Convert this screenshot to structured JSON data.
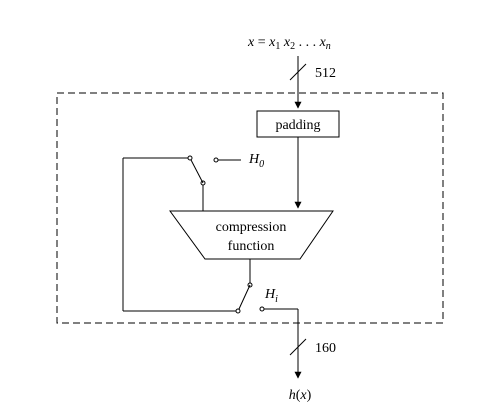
{
  "input": {
    "var": "x",
    "eq": " = ",
    "terms": [
      {
        "base": "x",
        "sub": "1"
      },
      {
        "base": "x",
        "sub": "2"
      }
    ],
    "dots": " . . . ",
    "last": {
      "base": "x",
      "sub": "n"
    }
  },
  "input_width": "512",
  "output_width": "160",
  "padding_label": "padding",
  "compression_label": [
    "compression",
    "function"
  ],
  "h0": {
    "base": "H",
    "sub": "0"
  },
  "hi": {
    "base": "H",
    "sub": "i"
  },
  "output": {
    "fn": "h",
    "open": "(",
    "arg": "x",
    "close": ")"
  }
}
